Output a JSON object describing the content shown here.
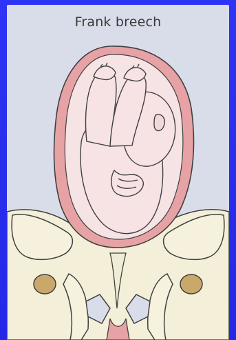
{
  "title": "Frank breech",
  "colors": {
    "background_border": "#2a2ff0",
    "panel": "#d9dde9",
    "uterus_wall": "#e7a2a6",
    "uterine_cavity": "#f6e3e4",
    "fetus_skin": "#f7e2e4",
    "pelvis_bone": "#f3efd8",
    "pelvis_accent": "#c9a86b",
    "outline": "#404040"
  },
  "icons": [
    "uterus-outline",
    "fetus-figure",
    "pelvis-bones"
  ]
}
